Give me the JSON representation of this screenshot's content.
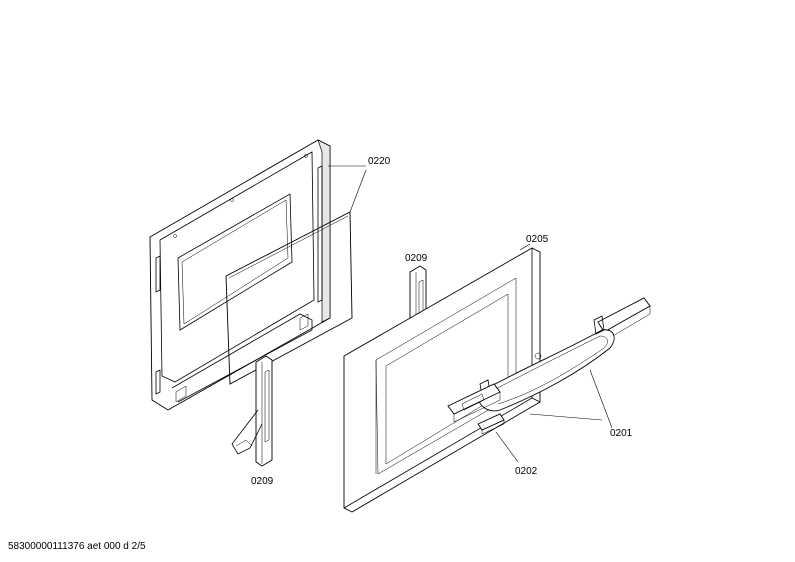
{
  "labels": {
    "part_0220": "0220",
    "part_0205": "0205",
    "part_0209_top": "0209",
    "part_0209_bottom": "0209",
    "part_0201": "0201",
    "part_0202": "0202"
  },
  "footer": {
    "document_id": "58300000111376 aet 000 d 2/5"
  }
}
